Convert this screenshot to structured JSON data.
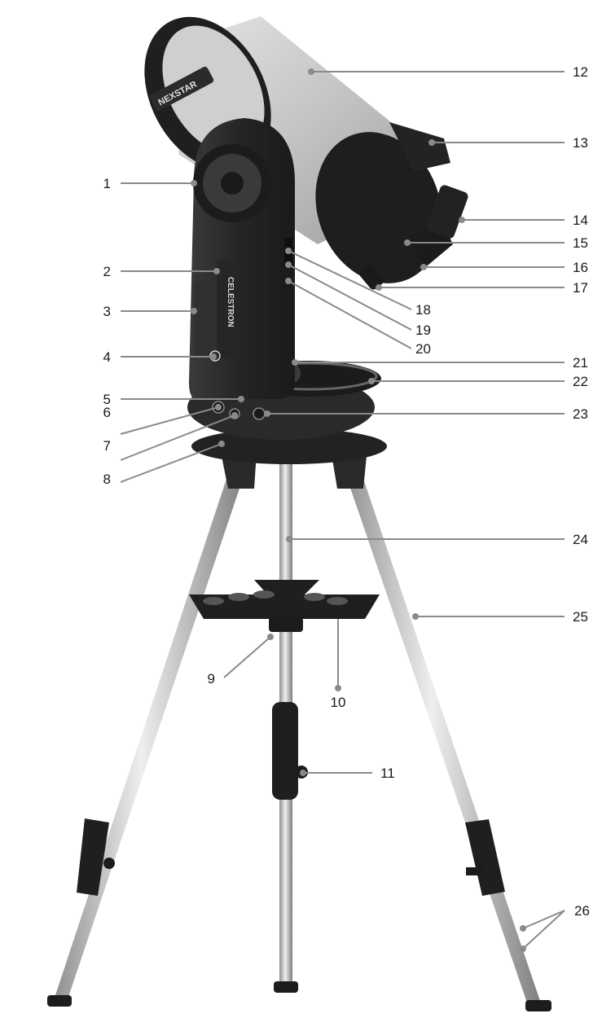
{
  "callouts": [
    {
      "id": "1",
      "label": "1"
    },
    {
      "id": "2",
      "label": "2"
    },
    {
      "id": "3",
      "label": "3"
    },
    {
      "id": "4",
      "label": "4"
    },
    {
      "id": "5",
      "label": "5"
    },
    {
      "id": "6",
      "label": "6"
    },
    {
      "id": "7",
      "label": "7"
    },
    {
      "id": "8",
      "label": "8"
    },
    {
      "id": "9",
      "label": "9"
    },
    {
      "id": "10",
      "label": "10"
    },
    {
      "id": "11",
      "label": "11"
    },
    {
      "id": "12",
      "label": "12"
    },
    {
      "id": "13",
      "label": "13"
    },
    {
      "id": "14",
      "label": "14"
    },
    {
      "id": "15",
      "label": "15"
    },
    {
      "id": "16",
      "label": "16"
    },
    {
      "id": "17",
      "label": "17"
    },
    {
      "id": "18",
      "label": "18"
    },
    {
      "id": "19",
      "label": "19"
    },
    {
      "id": "20",
      "label": "20"
    },
    {
      "id": "21",
      "label": "21"
    },
    {
      "id": "22",
      "label": "22"
    },
    {
      "id": "23",
      "label": "23"
    },
    {
      "id": "24",
      "label": "24"
    },
    {
      "id": "25",
      "label": "25"
    },
    {
      "id": "26",
      "label": "26"
    }
  ],
  "product": {
    "badge_text": "NEXSTAR",
    "brand_text": "CELESTRON"
  },
  "colors": {
    "leader": "#8a8a8a",
    "dark": "#2b2b2b",
    "tube": "#cfcfcf",
    "metal": "#b9b9b9"
  }
}
